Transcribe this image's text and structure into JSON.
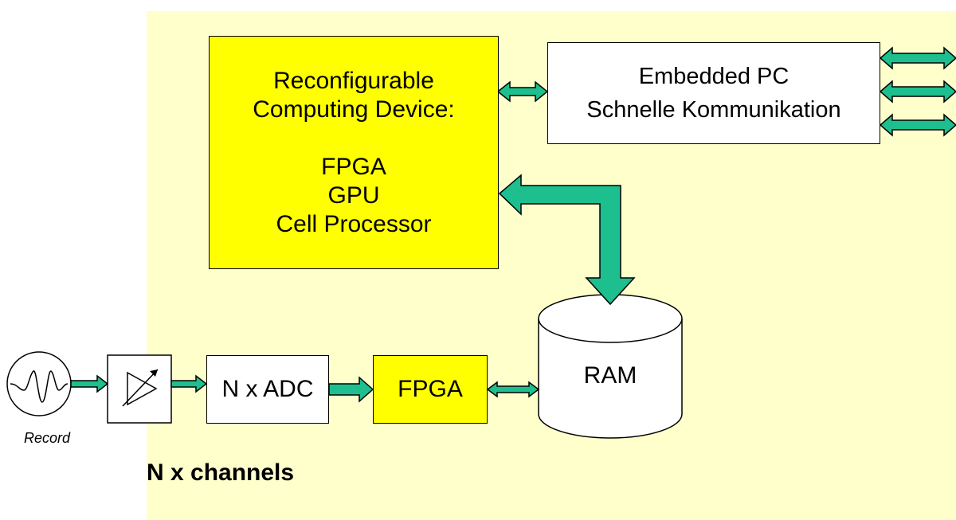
{
  "colors": {
    "background_panel": "#ffffcc",
    "highlight_box": "#ffff00",
    "plain_box": "#ffffff",
    "arrow_fill": "#1dbf8e",
    "stroke": "#000000"
  },
  "blocks": {
    "rcd": {
      "lines": [
        "Reconfigurable",
        "Computing Device:",
        "",
        "FPGA",
        "GPU",
        "Cell Processor"
      ]
    },
    "embedded_pc": {
      "line1": "Embedded PC",
      "line2": "Schnelle Kommunikation"
    },
    "adc": {
      "label": "N x ADC"
    },
    "fpga": {
      "label": "FPGA"
    },
    "ram": {
      "label": "RAM"
    }
  },
  "signal": {
    "record_label": "Record",
    "icons": [
      "waveform-icon",
      "amplifier-icon"
    ]
  },
  "footer": {
    "channels_label": "N x channels"
  }
}
